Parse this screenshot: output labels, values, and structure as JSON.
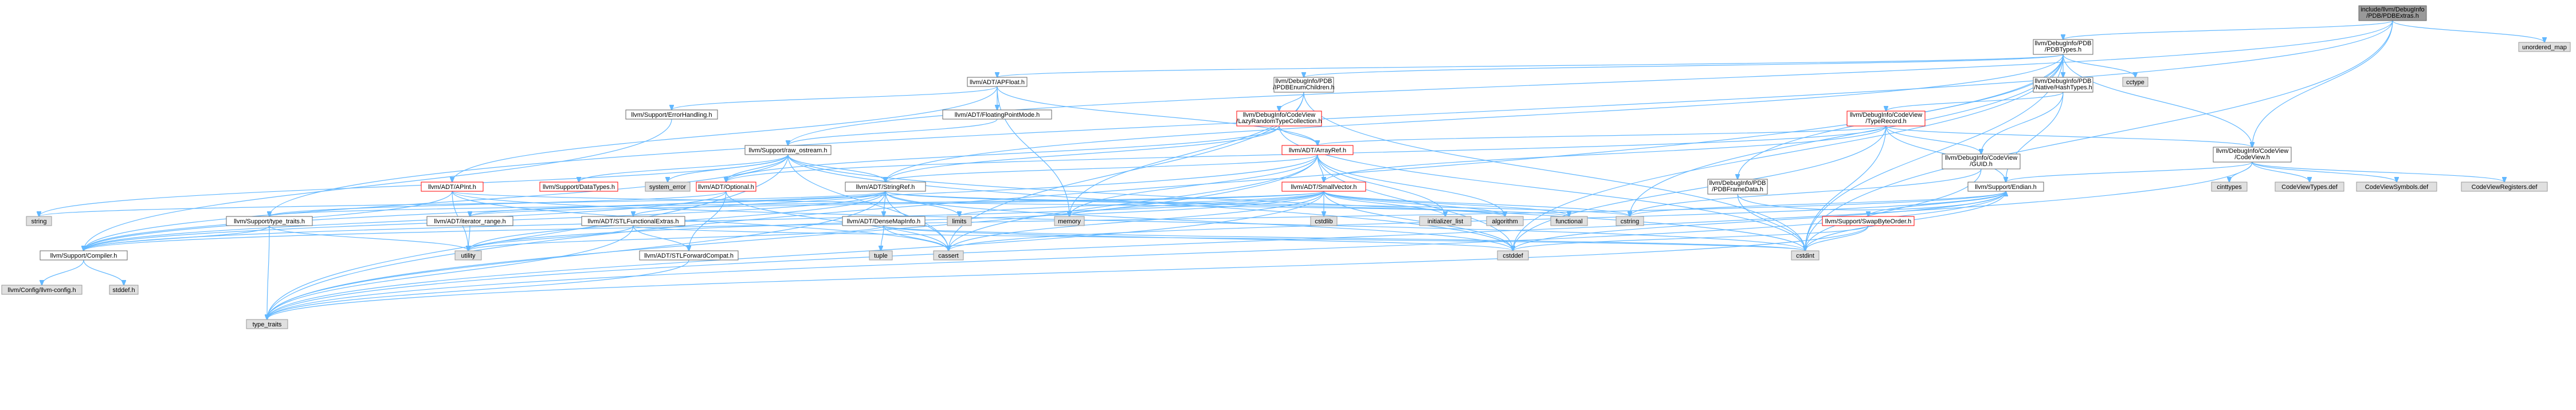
{
  "colors": {
    "root_fill": "#999999",
    "normal_fill": "#ffffff",
    "normal_stroke": "#666666",
    "red_stroke": "#ff0000",
    "system_fill": "#e0e0e0",
    "system_stroke": "#999999",
    "edge": "#63b8ff",
    "edge_alt": "#63b8ff"
  },
  "nodes": {
    "root": [
      "include/llvm/DebugInfo",
      "/PDB/PDBExtras.h"
    ],
    "pdbtypes": [
      "llvm/DebugInfo/PDB",
      "/PDBTypes.h"
    ],
    "unordered_map": [
      "unordered_map"
    ],
    "apfloat": [
      "llvm/ADT/APFloat.h"
    ],
    "ipdbenum": [
      "llvm/DebugInfo/PDB",
      "/IPDBEnumChildren.h"
    ],
    "cctype": [
      "cctype"
    ],
    "nativehash": [
      "llvm/DebugInfo/PDB",
      "/Native/HashTypes.h"
    ],
    "errorhandling": [
      "llvm/Support/ErrorHandling.h"
    ],
    "floatingpoint": [
      "llvm/ADT/FloatingPointMode.h"
    ],
    "lazyrandom": [
      "llvm/DebugInfo/CodeView",
      "/LazyRandomTypeCollection.h"
    ],
    "typerecord": [
      "llvm/DebugInfo/CodeView",
      "/TypeRecord.h"
    ],
    "codeview": [
      "llvm/DebugInfo/CodeView",
      "/CodeView.h"
    ],
    "rawostream": [
      "llvm/Support/raw_ostream.h"
    ],
    "arrayref": [
      "llvm/ADT/ArrayRef.h"
    ],
    "guid": [
      "llvm/DebugInfo/CodeView",
      "/GUID.h"
    ],
    "pdbframedata": [
      "llvm/DebugInfo/PDB",
      "/PDBFrameData.h"
    ],
    "apint": [
      "llvm/ADT/APInt.h"
    ],
    "datatypes": [
      "llvm/Support/DataTypes.h"
    ],
    "system_error": [
      "system_error"
    ],
    "optional": [
      "llvm/ADT/Optional.h"
    ],
    "stringref": [
      "llvm/ADT/StringRef.h"
    ],
    "smallvector": [
      "llvm/ADT/SmallVector.h"
    ],
    "endian": [
      "llvm/Support/Endian.h"
    ],
    "cinttypes": [
      "cinttypes"
    ],
    "cvtypes": [
      "CodeViewTypes.def"
    ],
    "cvsymbols": [
      "CodeViewSymbols.def"
    ],
    "cvregisters": [
      "CodeViewRegisters.def"
    ],
    "string": [
      "string"
    ],
    "typetraits": [
      "llvm/Support/type_traits.h"
    ],
    "iterrange": [
      "llvm/ADT/iterator_range.h"
    ],
    "stlfunc": [
      "llvm/ADT/STLFunctionalExtras.h"
    ],
    "densemapinfo": [
      "llvm/ADT/DenseMapInfo.h"
    ],
    "limits": [
      "limits"
    ],
    "memory": [
      "memory"
    ],
    "cstdlib": [
      "cstdlib"
    ],
    "initlist": [
      "initializer_list"
    ],
    "algorithm": [
      "algorithm"
    ],
    "functional": [
      "functional"
    ],
    "cstring": [
      "cstring"
    ],
    "swapbyte": [
      "llvm/Support/SwapByteOrder.h"
    ],
    "compiler": [
      "llvm/Support/Compiler.h"
    ],
    "utility": [
      "utility"
    ],
    "stlforward": [
      "llvm/ADT/STLForwardCompat.h"
    ],
    "tuple": [
      "tuple"
    ],
    "cassert": [
      "cassert"
    ],
    "cstddef": [
      "cstddef"
    ],
    "cstdint": [
      "cstdint"
    ],
    "llvmconfig": [
      "llvm/Config/llvm-config.h"
    ],
    "stddef": [
      "stddef.h"
    ],
    "type_traits": [
      "type_traits"
    ]
  }
}
